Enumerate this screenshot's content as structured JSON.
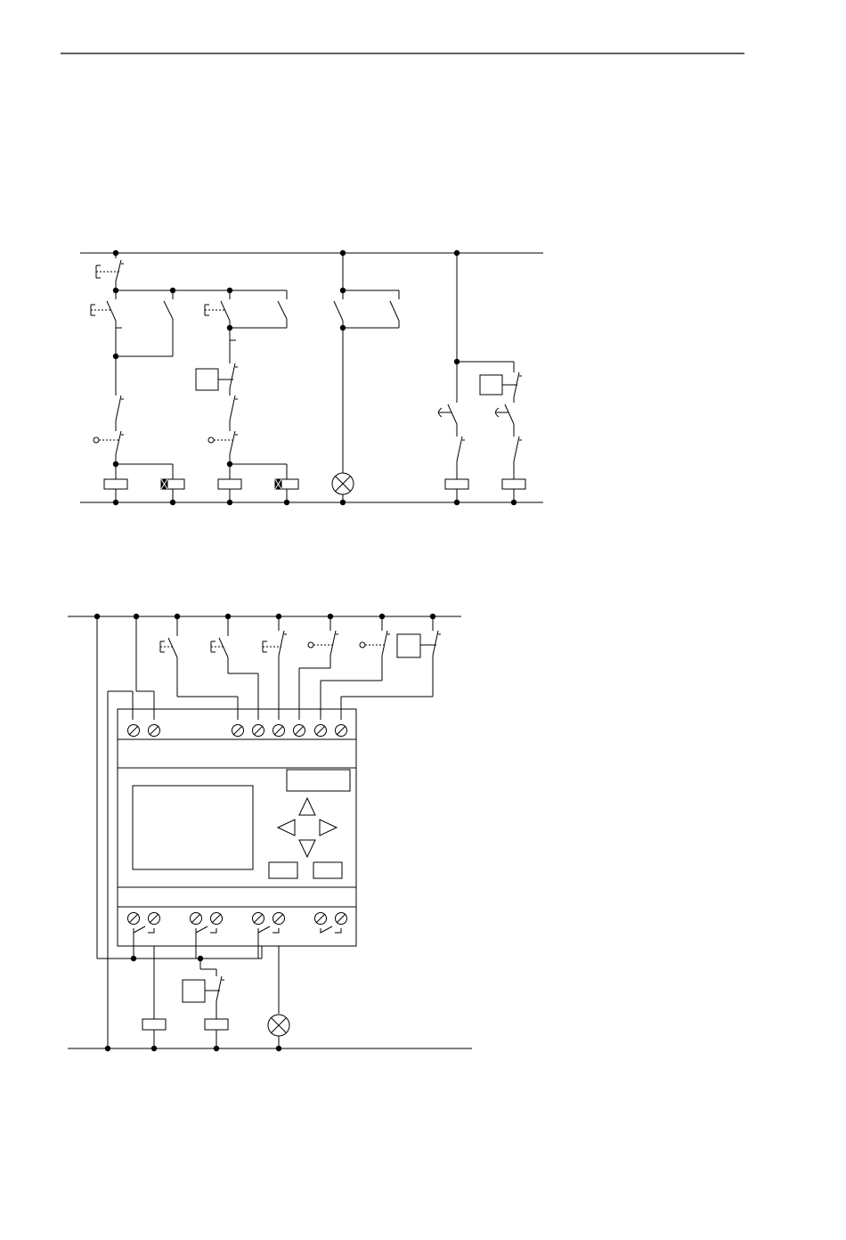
{
  "page": {
    "background": "#ffffff",
    "ink_color": "#000000"
  },
  "diagrams": [
    {
      "id": "conventional-wiring",
      "components": [
        "pushbutton-switch",
        "limit-switch",
        "relay-coil",
        "indicator-lamp",
        "relay-contact",
        "timer-contact"
      ]
    },
    {
      "id": "controller-wiring",
      "components": [
        "pushbutton-switch",
        "limit-switch",
        "relay-contact",
        "controller-module",
        "display-window",
        "cursor-keys",
        "output-relay",
        "relay-coil",
        "indicator-lamp"
      ]
    }
  ],
  "icons": [
    "terminal-screw-icon",
    "arrow-up-icon",
    "arrow-down-icon",
    "arrow-left-icon",
    "arrow-right-icon",
    "lamp-icon"
  ]
}
